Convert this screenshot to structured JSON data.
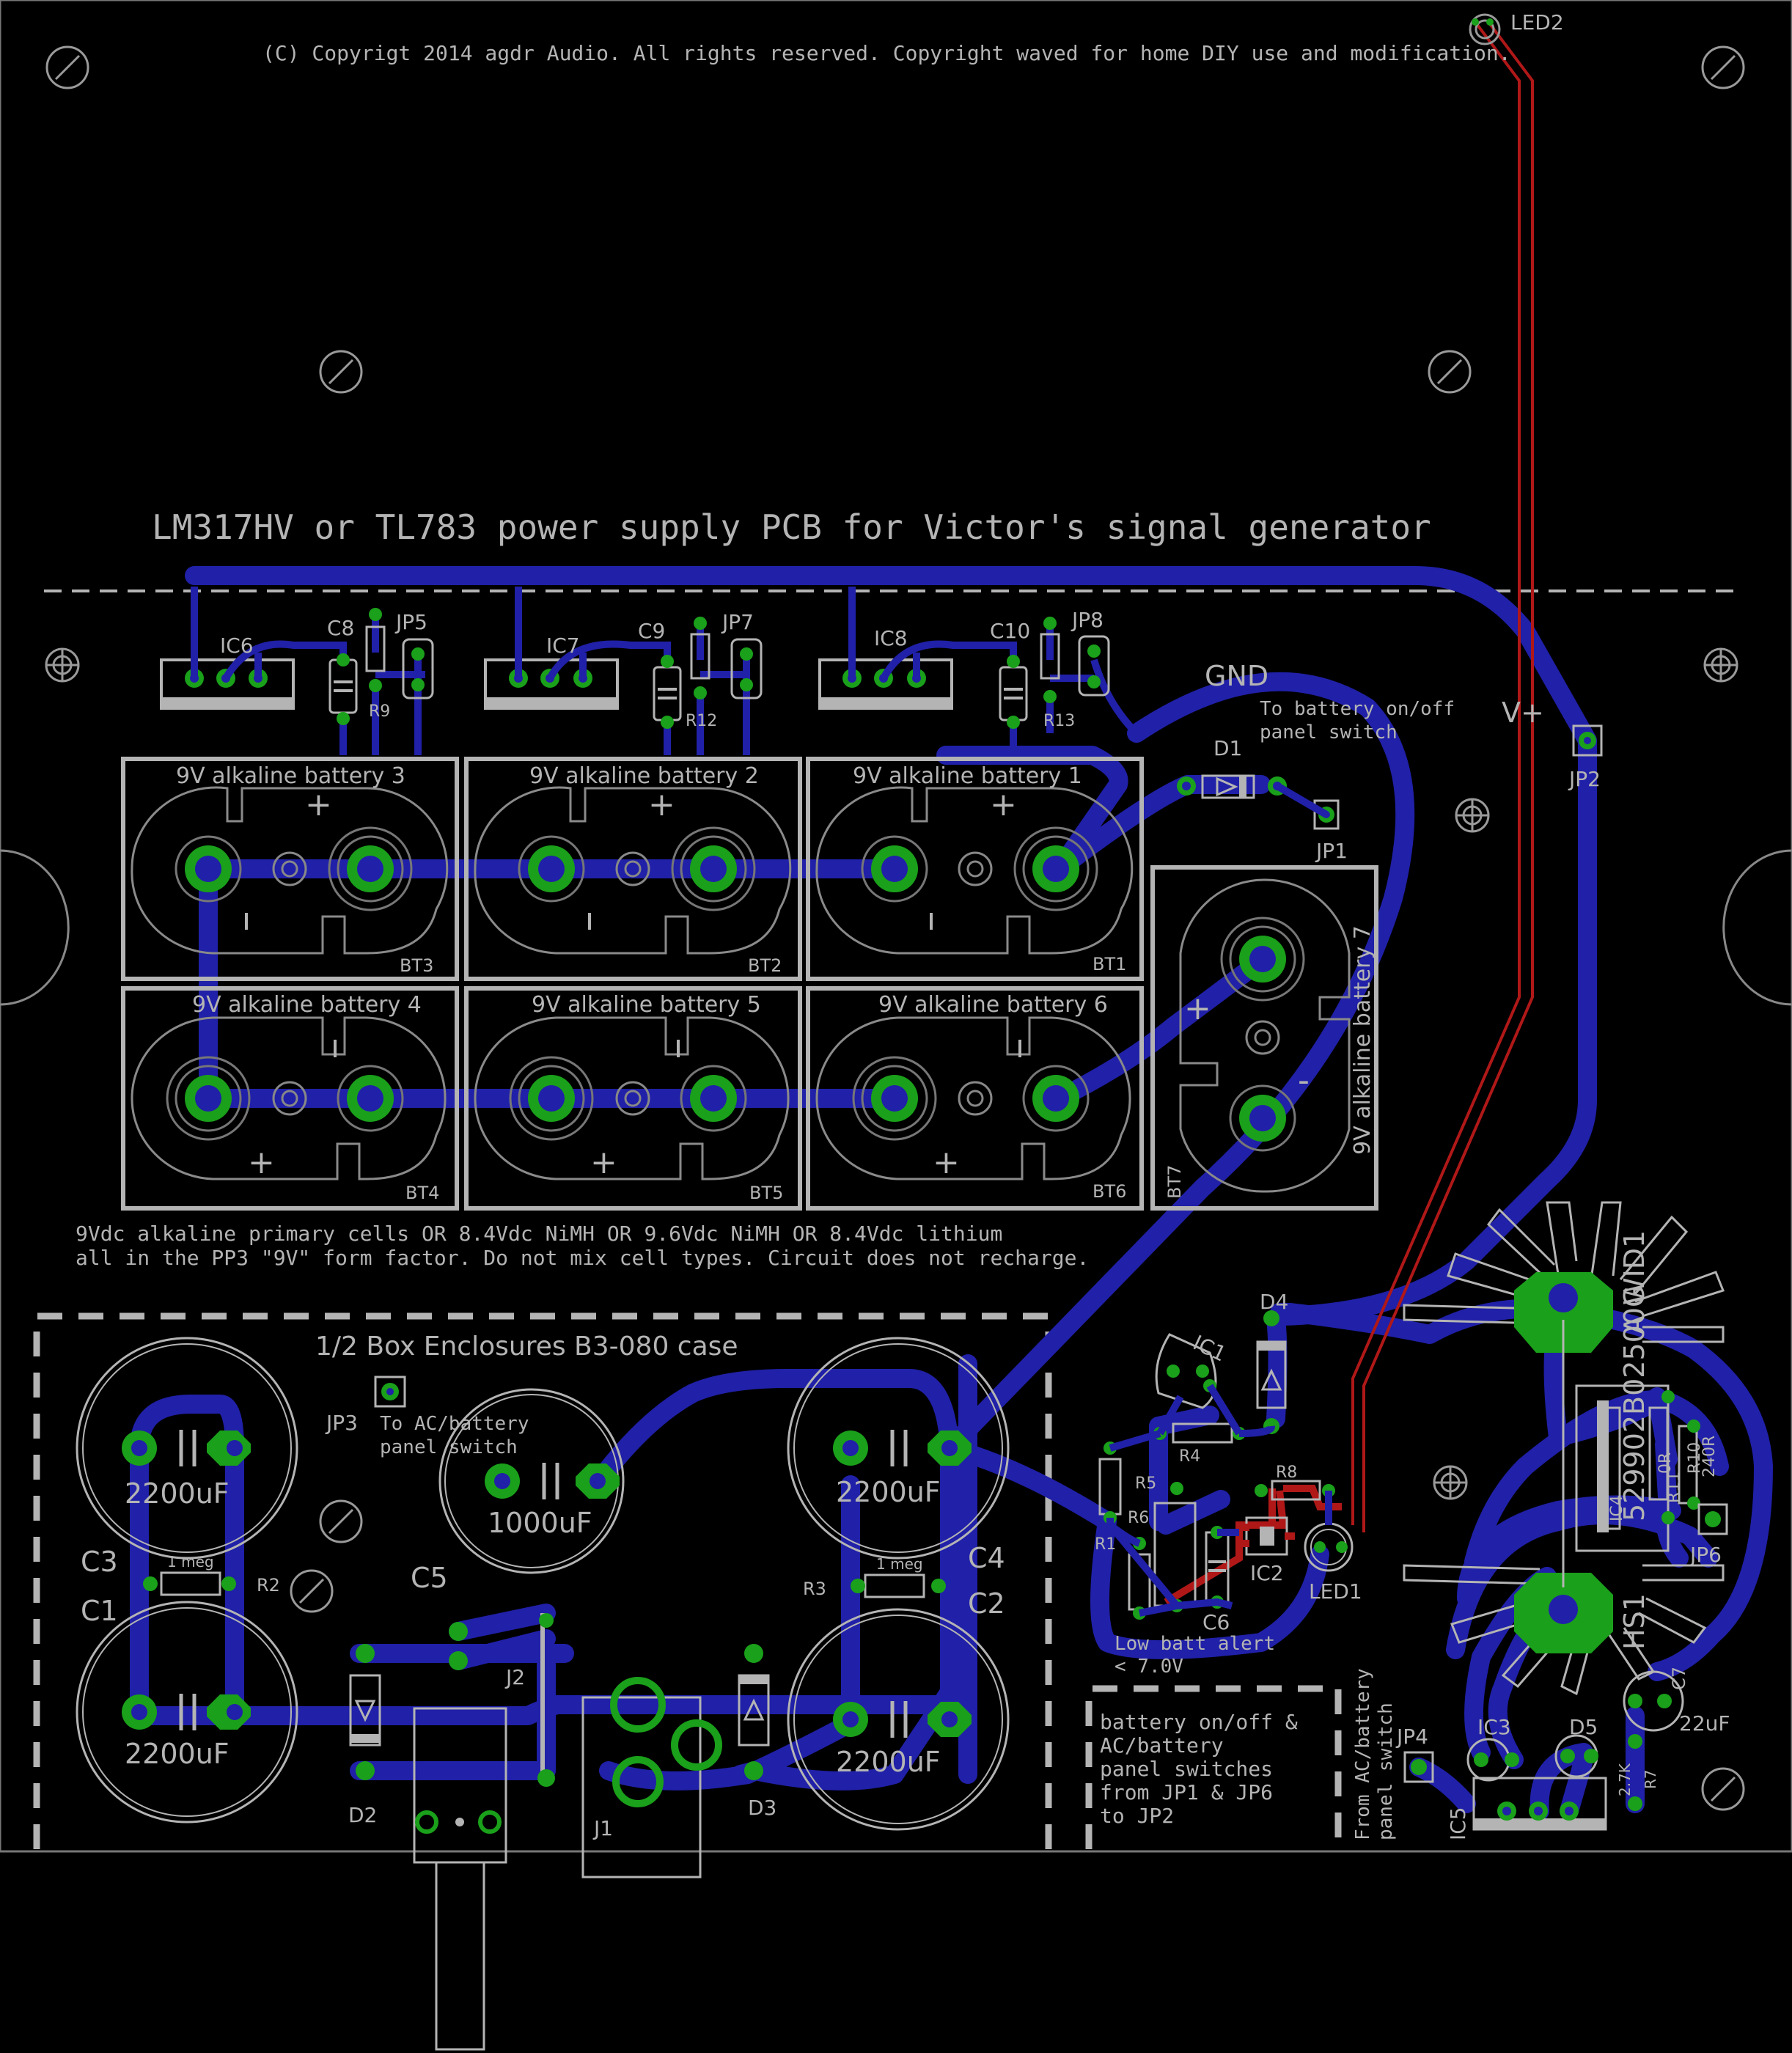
{
  "copyright": "(C) Copyrigt 2014 agdr Audio. All rights reserved. Copyright waved for home DIY use and modification.",
  "title": "LM317HV or TL783 power supply PCB for Victor's signal generator",
  "regulators": [
    {
      "ic": "IC6",
      "cap": "C8",
      "res": "R9",
      "jumper": "JP5"
    },
    {
      "ic": "IC7",
      "cap": "C9",
      "res": "R12",
      "jumper": "JP7"
    },
    {
      "ic": "IC8",
      "cap": "C10",
      "res": "R13",
      "jumper": "JP8"
    }
  ],
  "net_labels": {
    "gnd": "GND",
    "vplus": "V+"
  },
  "batteries": [
    {
      "title": "9V alkaline battery 3",
      "ref": "BT3"
    },
    {
      "title": "9V alkaline battery 2",
      "ref": "BT2"
    },
    {
      "title": "9V alkaline battery 1",
      "ref": "BT1"
    },
    {
      "title": "9V alkaline battery 4",
      "ref": "BT4"
    },
    {
      "title": "9V alkaline battery 5",
      "ref": "BT5"
    },
    {
      "title": "9V alkaline battery 6",
      "ref": "BT6"
    },
    {
      "title": "9V alkaline battery 7",
      "ref": "BT7"
    }
  ],
  "polarity": {
    "plus": "+",
    "minus": "-",
    "bar": "|"
  },
  "panel_switch_note": [
    "To battery on/off",
    "panel switch"
  ],
  "labels": {
    "d1": "D1",
    "jp1": "JP1",
    "jp2": "JP2",
    "led2": "LED2",
    "jp3": "JP3",
    "jp4": "JP4",
    "jp6": "JP6",
    "j1": "J1",
    "j2": "J2",
    "d2": "D2",
    "d3": "D3",
    "d4": "D4",
    "d5": "D5",
    "ic1": "IC1",
    "ic2": "IC2",
    "ic3": "IC3",
    "ic4": "IC4",
    "ic5": "IC5",
    "r1": "R1",
    "r2": "R2",
    "r3": "R3",
    "r4": "R4",
    "r5": "R5",
    "r6": "R6",
    "r7": "R7",
    "r8": "R8",
    "r10": "R10",
    "r11": "R11",
    "c1": "C1",
    "c2": "C2",
    "c3": "C3",
    "c4": "C4",
    "c5": "C5",
    "c6": "C6",
    "c7": "C7",
    "led1": "LED1",
    "hs1": "HS1",
    "heatsink_part": "529902B02500G",
    "wid1": "WID1",
    "wid_prefix": "A",
    "val_0r": "0R",
    "val_240r": "240R",
    "val_22uf": "22uF",
    "val_2k": "2.7K"
  },
  "cells_note": [
    "9Vdc alkaline primary cells OR 8.4Vdc NiMH OR 9.6Vdc NiMH OR 8.4Vdc lithium",
    "all in the PP3 \"9V\" form factor.  Do not mix cell types.  Circuit does not recharge."
  ],
  "enclosure": "1/2 Box Enclosures B3-080 case",
  "ac_switch_note": [
    "To AC/battery",
    "panel switch"
  ],
  "caps": {
    "c3": "2200uF",
    "c1": "2200uF",
    "c5": "1000uF",
    "c4": "2200uF",
    "c2": "2200uF"
  },
  "one_meg": "1 meg",
  "low_batt": [
    "Low batt alert",
    "< 7.0V"
  ],
  "switch_note": [
    "battery on/off &",
    "AC/battery",
    "panel switches",
    "from JP1 & JP6",
    "to JP2"
  ],
  "from_ac_note": [
    "From AC/battery",
    "panel switch"
  ],
  "colors": {
    "background": "#000000",
    "trace_bottom": "#2020a8",
    "trace_top": "#b01818",
    "pad": "#1aa01a",
    "silkscreen": "#b4b4b4"
  }
}
